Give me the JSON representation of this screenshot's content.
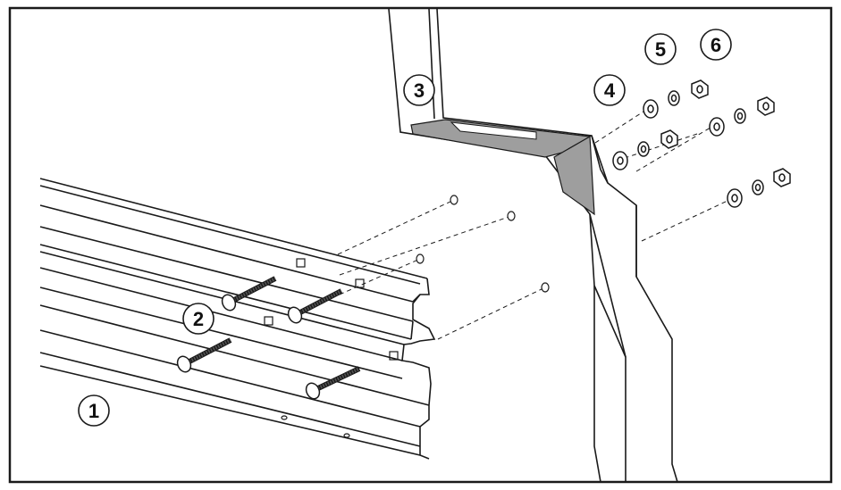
{
  "figure": {
    "callouts": [
      {
        "id": "c1",
        "label": "1"
      },
      {
        "id": "c2",
        "label": "2"
      },
      {
        "id": "c3",
        "label": "3"
      },
      {
        "id": "c4",
        "label": "4"
      },
      {
        "id": "c5",
        "label": "5"
      },
      {
        "id": "c6",
        "label": "6"
      }
    ],
    "colors": {
      "line": "#1a1a1a",
      "bracket_shade": "#9e9e9e",
      "background": "#ffffff"
    }
  }
}
